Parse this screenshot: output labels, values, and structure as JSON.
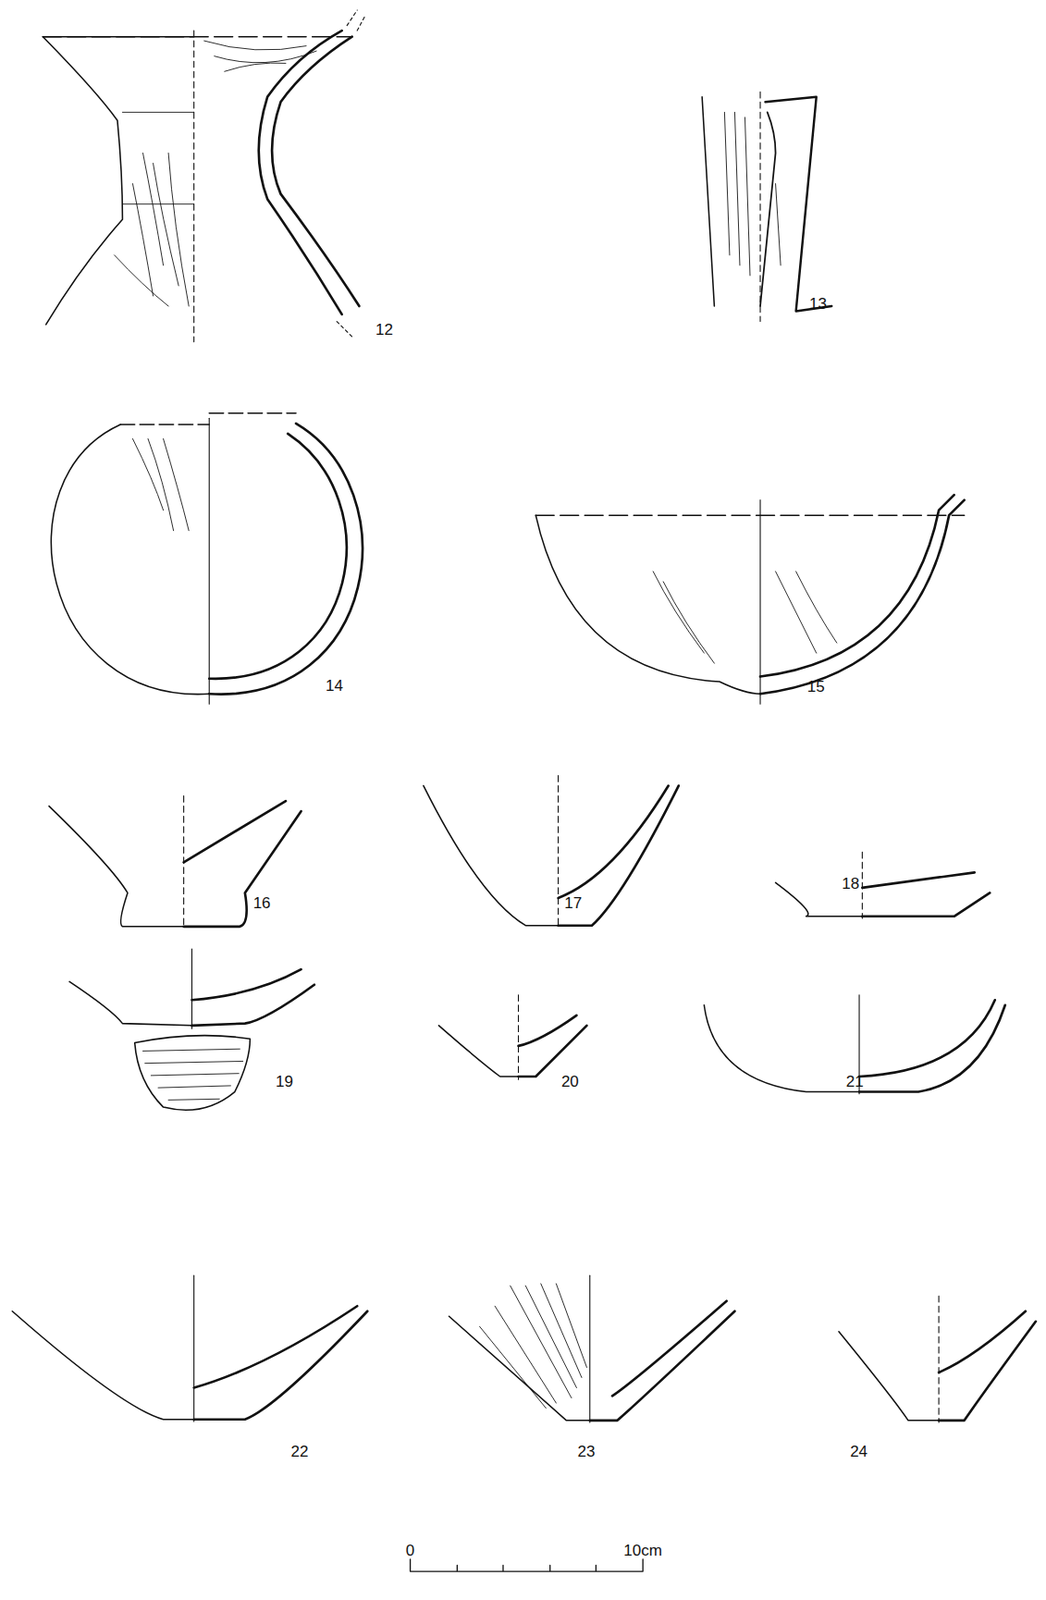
{
  "diagram": {
    "labels": [
      "12",
      "13",
      "14",
      "15",
      "16",
      "17",
      "18",
      "19",
      "20",
      "21",
      "22",
      "23",
      "24",
      "0",
      "10cm"
    ]
  }
}
